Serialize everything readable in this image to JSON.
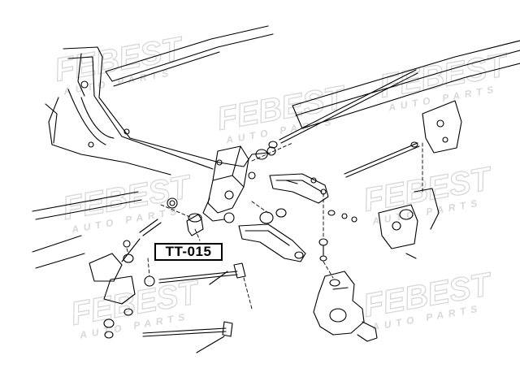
{
  "diagram": {
    "title": "",
    "part_number": "TT-015",
    "watermark": {
      "brand": "FEBEST",
      "tagline": "AUTO PARTS",
      "color": "#d8d8d8"
    },
    "colors": {
      "line": "#000000",
      "background": "#ffffff"
    }
  }
}
